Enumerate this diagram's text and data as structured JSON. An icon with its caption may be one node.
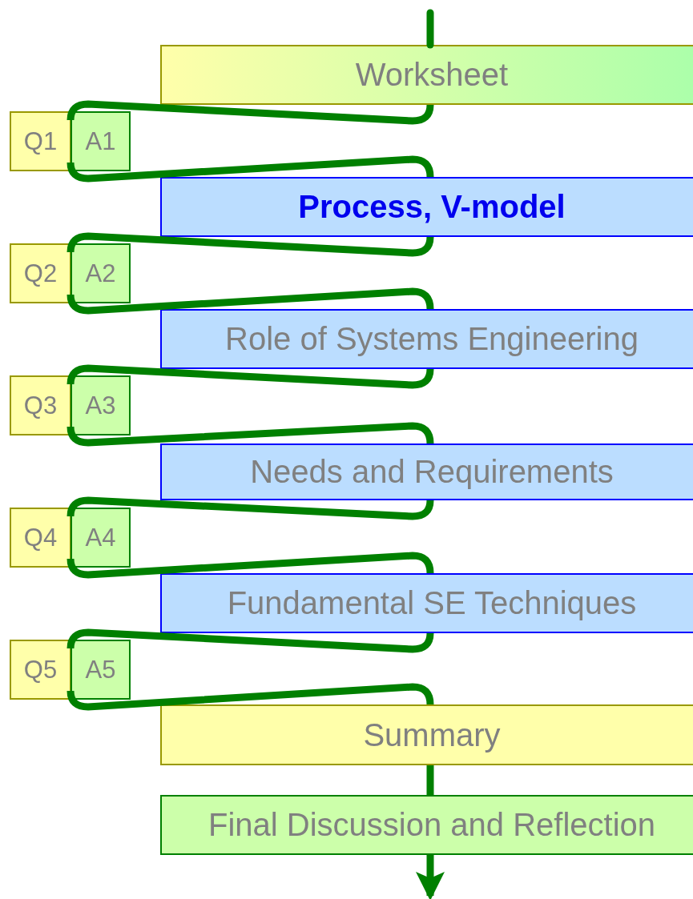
{
  "diagram": {
    "nodes": [
      {
        "text": [
          "Worksheet"
        ]
      },
      {
        "text": [
          "Q1"
        ]
      },
      {
        "text": [
          "A1"
        ]
      },
      {
        "text": [
          "Process, V-model"
        ]
      },
      {
        "text": [
          "Q2"
        ]
      },
      {
        "text": [
          "A2"
        ]
      },
      {
        "text": [
          "Role of Systems Engineering"
        ]
      },
      {
        "text": [
          "Q3"
        ]
      },
      {
        "text": [
          "A3"
        ]
      },
      {
        "text": [
          "Needs and Requirements"
        ]
      },
      {
        "text": [
          "Q4"
        ]
      },
      {
        "text": [
          "A4"
        ]
      },
      {
        "text": [
          "Fundamental SE Techniques"
        ]
      },
      {
        "text": [
          "Q5"
        ]
      },
      {
        "text": [
          "A5"
        ]
      },
      {
        "text": [
          "Summary"
        ]
      },
      {
        "text": [
          "Final Discussion and Reflection"
        ]
      }
    ],
    "edges": [
      {
        "from": null,
        "to": 0,
        "arrow": "none"
      },
      {
        "from": 0,
        "to": 2,
        "arrow": "none"
      },
      {
        "from": 2,
        "to": 3,
        "arrow": "none"
      },
      {
        "from": 3,
        "to": 5,
        "arrow": "none"
      },
      {
        "from": 5,
        "to": 6,
        "arrow": "none"
      },
      {
        "from": 6,
        "to": 8,
        "arrow": "none"
      },
      {
        "from": 8,
        "to": 9,
        "arrow": "none"
      },
      {
        "from": 9,
        "to": 11,
        "arrow": "none"
      },
      {
        "from": 11,
        "to": 12,
        "arrow": "none"
      },
      {
        "from": 12,
        "to": 14,
        "arrow": "none"
      },
      {
        "from": 14,
        "to": 15,
        "arrow": "none"
      },
      {
        "from": 15,
        "to": 16,
        "arrow": "none"
      },
      {
        "from": 16,
        "to": null,
        "arrow": "to"
      }
    ]
  }
}
